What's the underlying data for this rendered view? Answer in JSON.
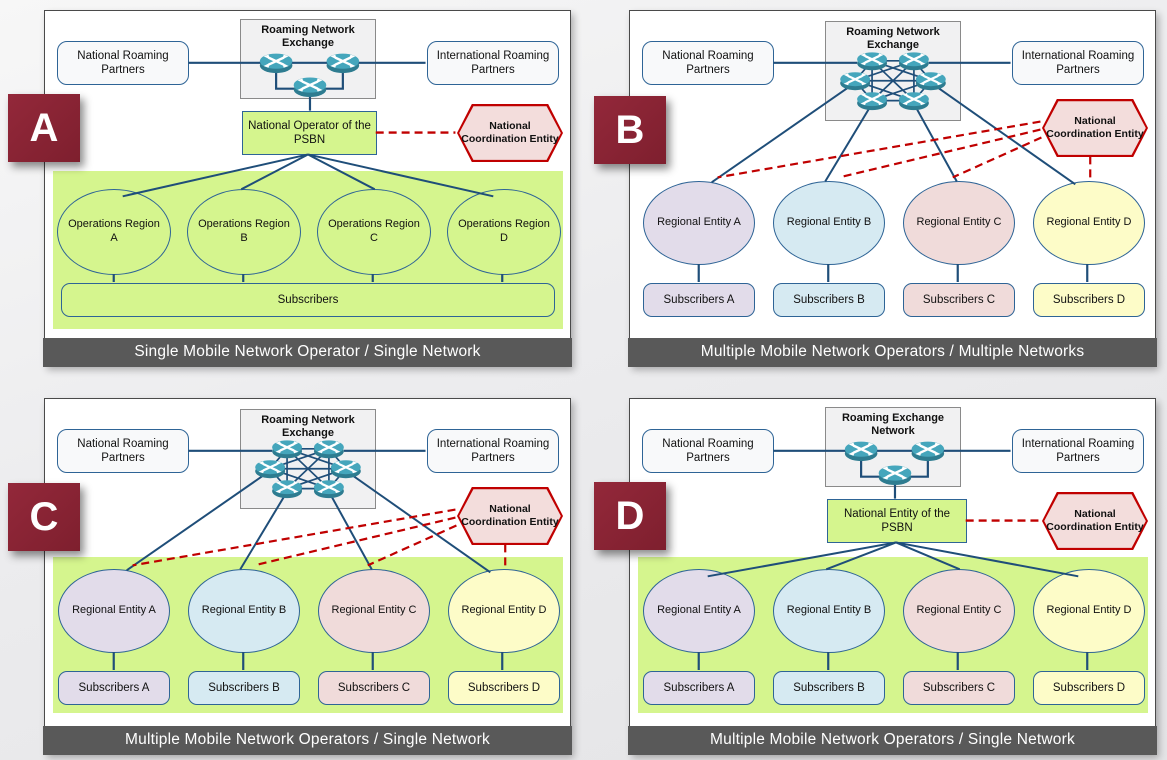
{
  "colors": {
    "badge": "#8B2433",
    "caption_bar": "#595959",
    "caption_text": "#FFFFFF",
    "connector_blue": "#1F4E79",
    "coordination_red": "#C00000",
    "psbn_green": "#D5F58E",
    "hexagon_fill": "#F3DDDC",
    "entity_lavender": "#E2DCEA",
    "entity_blue": "#D6EAF2",
    "entity_pink": "#F0DBDA",
    "entity_yellow": "#FDFCC8",
    "router_teal": "#45A6BC"
  },
  "panels": [
    {
      "badge": "A",
      "exchange": "Roaming Network Exchange",
      "left_partner": "National Roaming Partners",
      "right_partner": "International Roaming Partners",
      "coordination": "National Coordination Entity",
      "national": "National Operator of the PSBN",
      "entities": [
        "Operations Region A",
        "Operations Region B",
        "Operations Region C",
        "Operations Region D"
      ],
      "subscribers_bar": "Subscribers",
      "caption": "Single Mobile Network Operator / Single Network"
    },
    {
      "badge": "B",
      "exchange": "Roaming Network Exchange",
      "left_partner": "National Roaming Partners",
      "right_partner": "International Roaming Partners",
      "coordination": "National Coordination Entity",
      "entities": [
        "Regional Entity A",
        "Regional Entity B",
        "Regional Entity C",
        "Regional Entity D"
      ],
      "subscribers": [
        "Subscribers A",
        "Subscribers B",
        "Subscribers C",
        "Subscribers D"
      ],
      "caption": "Multiple Mobile Network Operators / Multiple Networks"
    },
    {
      "badge": "C",
      "exchange": "Roaming Network Exchange",
      "left_partner": "National Roaming Partners",
      "right_partner": "International Roaming Partners",
      "coordination": "National Coordination Entity",
      "entities": [
        "Regional Entity A",
        "Regional Entity B",
        "Regional Entity C",
        "Regional Entity D"
      ],
      "subscribers": [
        "Subscribers A",
        "Subscribers B",
        "Subscribers C",
        "Subscribers D"
      ],
      "caption": "Multiple Mobile Network Operators / Single Network"
    },
    {
      "badge": "D",
      "exchange": "Roaming Exchange Network",
      "left_partner": "National Roaming Partners",
      "right_partner": "International Roaming Partners",
      "coordination": "National Coordination Entity",
      "national": "National Entity of the PSBN",
      "entities": [
        "Regional Entity A",
        "Regional Entity B",
        "Regional Entity C",
        "Regional Entity D"
      ],
      "subscribers": [
        "Subscribers A",
        "Subscribers B",
        "Subscribers C",
        "Subscribers D"
      ],
      "caption": "Multiple Mobile Network Operators / Single Network"
    }
  ]
}
